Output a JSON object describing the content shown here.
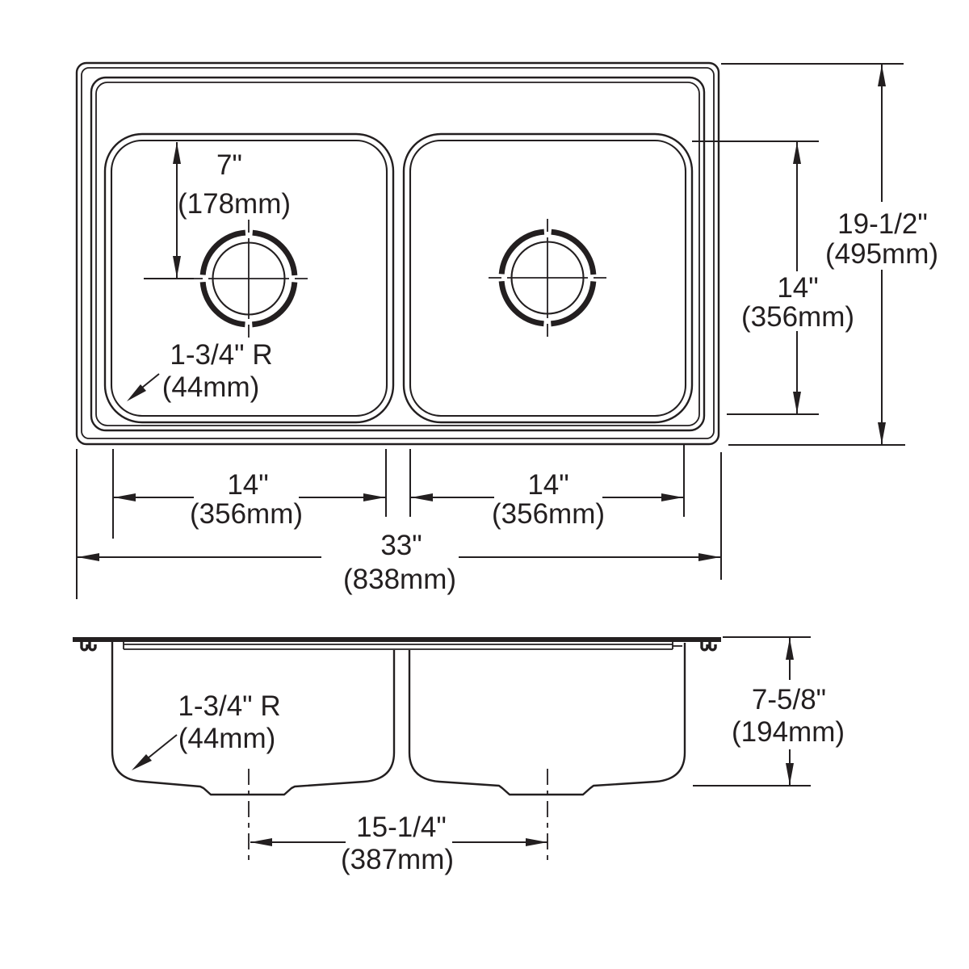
{
  "drawing": {
    "type": "technical-dimension-drawing",
    "subject": "double-bowl-drop-in-sink",
    "background_color": "#ffffff",
    "line_color": "#231f20",
    "views": {
      "top": {
        "name": "top-view-plan",
        "dims": {
          "drain_offset": {
            "imperial": "7\"",
            "metric": "(178mm)"
          },
          "corner_radius": {
            "imperial": "1-3/4\" R",
            "metric": "(44mm)"
          },
          "bowl_front_to_back": {
            "imperial": "14\"",
            "metric": "(356mm)"
          },
          "overall_front_to_back": {
            "imperial": "19-1/2\"",
            "metric": "(495mm)"
          },
          "left_bowl_width": {
            "imperial": "14\"",
            "metric": "(356mm)"
          },
          "right_bowl_width": {
            "imperial": "14\"",
            "metric": "(356mm)"
          },
          "overall_width": {
            "imperial": "33\"",
            "metric": "(838mm)"
          }
        }
      },
      "side": {
        "name": "front-elevation-view",
        "dims": {
          "corner_radius": {
            "imperial": "1-3/4\" R",
            "metric": "(44mm)"
          },
          "bowl_depth": {
            "imperial": "7-5/8\"",
            "metric": "(194mm)"
          },
          "drain_spacing": {
            "imperial": "15-1/4\"",
            "metric": "(387mm)"
          }
        }
      }
    }
  }
}
